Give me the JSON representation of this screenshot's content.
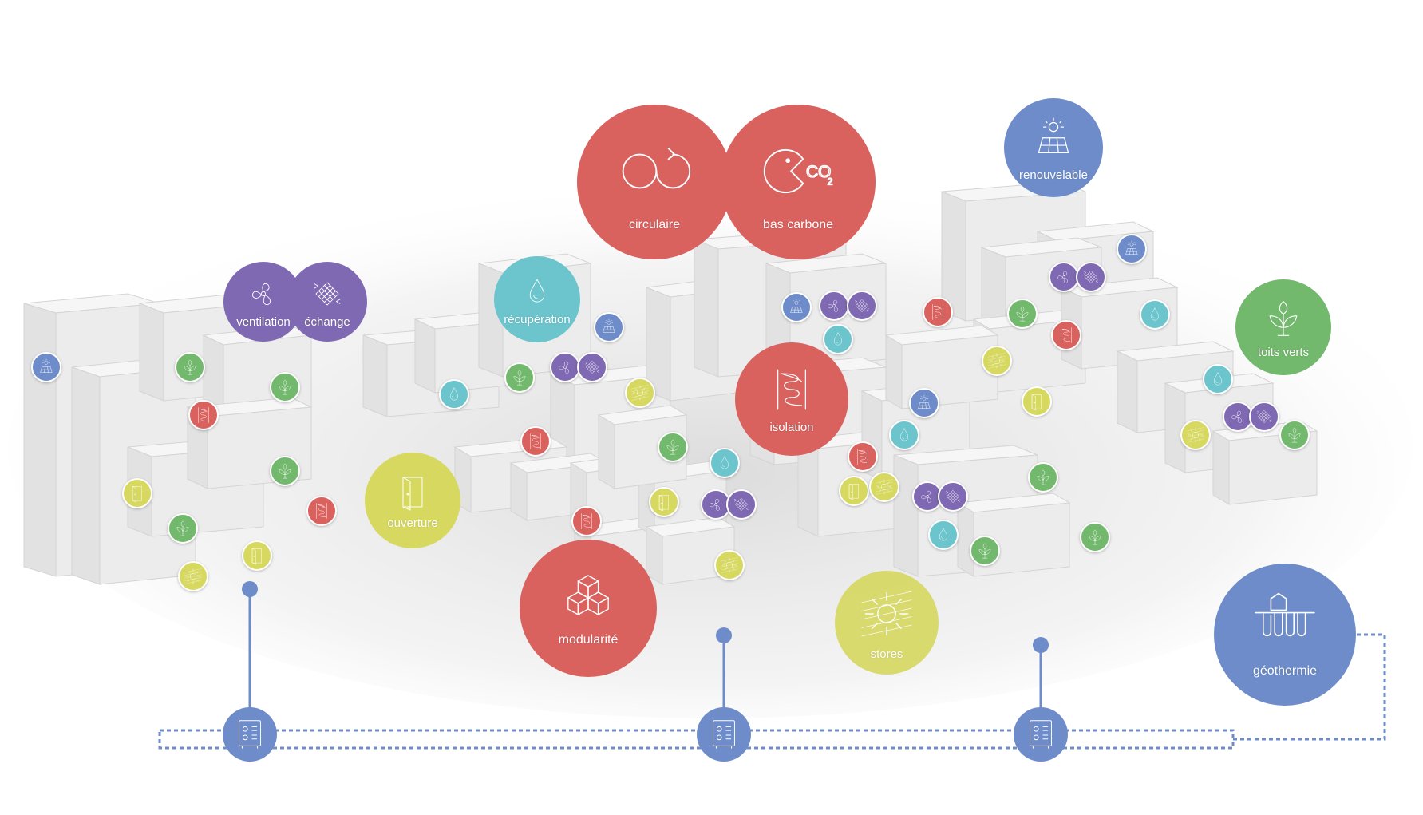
{
  "colors": {
    "red": "#d9615e",
    "purple": "#7f69b3",
    "blue": "#6d8cc9",
    "teal": "#6cc5cd",
    "green": "#73b96d",
    "yellow": "#d6d860",
    "building": "#eeeeee",
    "line": "#6d8cc9"
  },
  "concepts": {
    "circulaire": {
      "label": "circulaire",
      "icon": "circular-loop-icon"
    },
    "bas_carbone": {
      "label": "bas carbone",
      "icon": "co2-icon"
    },
    "renouvelable": {
      "label": "renouvelable",
      "icon": "solar-panel-icon"
    },
    "ventilation": {
      "label": "ventilation",
      "icon": "fan-icon"
    },
    "echange": {
      "label": "échange",
      "icon": "heat-exchanger-icon"
    },
    "recuperation": {
      "label": "récupération",
      "icon": "water-drop-icon"
    },
    "toits_verts": {
      "label": "toits verts",
      "icon": "plant-icon"
    },
    "isolation": {
      "label": "isolation",
      "icon": "insulation-icon"
    },
    "ouverture": {
      "label": "ouverture",
      "icon": "open-door-icon"
    },
    "modularite": {
      "label": "modularité",
      "icon": "cubes-icon"
    },
    "stores": {
      "label": "stores",
      "icon": "sun-blinds-icon"
    },
    "geothermie": {
      "label": "géothermie",
      "icon": "geothermal-icon"
    }
  },
  "network": {
    "nodes": 3,
    "node_icon": "heat-pump-unit-icon"
  }
}
